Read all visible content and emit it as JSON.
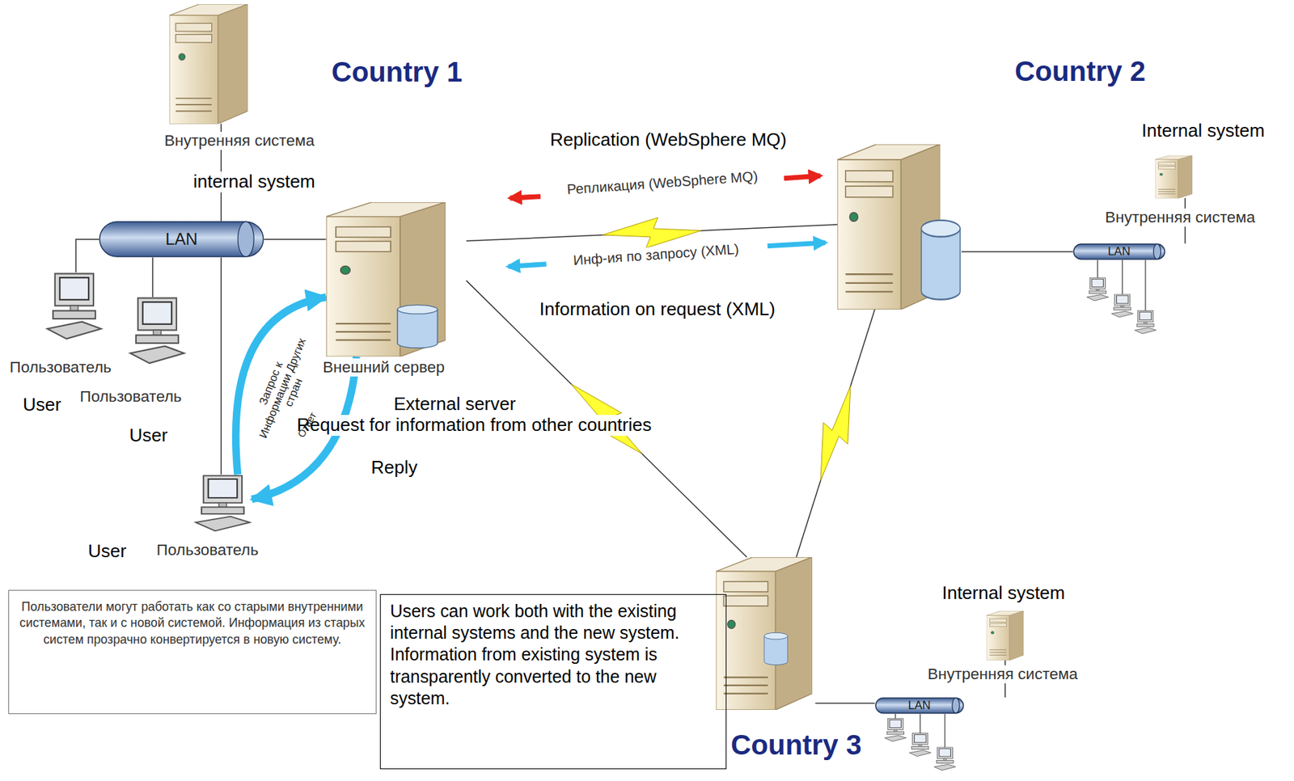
{
  "diagram": {
    "nodes": [
      {
        "text": [
          "Внутренняя система",
          "internal system"
        ]
      },
      {
        "text": [
          "LAN"
        ]
      },
      {
        "text": [
          "Внешний сервер",
          "External server"
        ]
      },
      {
        "text": [
          "Пользователь",
          "User"
        ]
      },
      {
        "text": [
          "Пользователь",
          "User"
        ]
      },
      {
        "text": [
          "Пользователь",
          "User"
        ]
      },
      {
        "text": [
          "Country 2"
        ]
      },
      {
        "text": [
          "Internal system",
          "Внутренняя система"
        ]
      },
      {
        "text": [
          "LAN"
        ]
      },
      {
        "text": [
          "Country 3"
        ]
      },
      {
        "text": [
          "Internal system",
          "Внутренняя система"
        ]
      },
      {
        "text": [
          "LAN"
        ]
      },
      {
        "text": [
          "Пользователи могут работать как со старыми внутренними системами, так и с новой системой. Информация из старых систем прозрачно конвертируется в новую систему."
        ]
      },
      {
        "text": [
          "Users can work both with the existing internal systems and the new system. Information from existing system is transparently converted to the new system."
        ]
      }
    ],
    "edges": [
      {
        "from": 0,
        "to": 1,
        "arrow": "none"
      },
      {
        "from": 1,
        "to": 3,
        "arrow": "none"
      },
      {
        "from": 1,
        "to": 4,
        "arrow": "none"
      },
      {
        "from": 1,
        "to": 5,
        "arrow": "none"
      },
      {
        "from": 1,
        "to": 2,
        "arrow": "none"
      },
      {
        "from": 2,
        "to": 6,
        "arrow": "none"
      },
      {
        "from": 2,
        "to": 9,
        "arrow": "none"
      },
      {
        "from": 6,
        "to": 9,
        "arrow": "none"
      },
      {
        "from": 6,
        "to": 8,
        "arrow": "none"
      },
      {
        "from": 8,
        "to": 7,
        "arrow": "none"
      },
      {
        "from": 9,
        "to": 11,
        "arrow": "none"
      },
      {
        "from": 11,
        "to": 10,
        "arrow": "none"
      },
      {
        "from": 5,
        "to": 2,
        "label": "Запрос к Информации Других стран",
        "arrow": "to"
      },
      {
        "from": 2,
        "to": 5,
        "label": "Ответ",
        "arrow": "to"
      }
    ],
    "labels": [
      "Country 1",
      "Replication (WebSphere MQ)",
      "Репликация (WebSphere MQ)",
      "Инф-ия по запросу (XML)",
      "Information on request (XML)",
      "Request for information from other countries",
      "Reply"
    ]
  }
}
